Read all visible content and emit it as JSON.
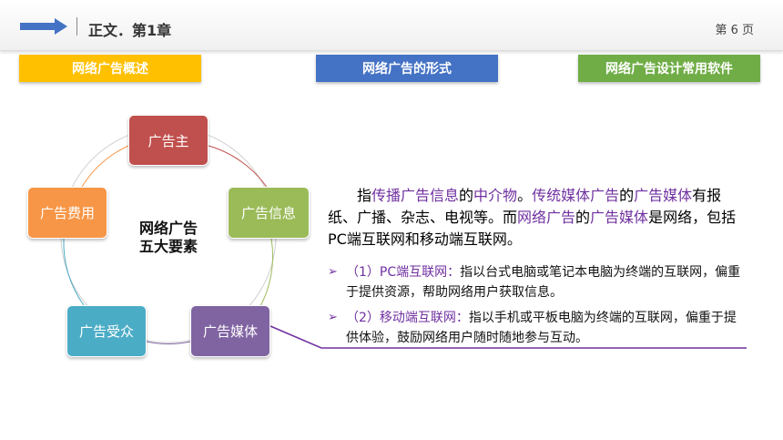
{
  "header": {
    "chapter_title": "正文．第1章",
    "page_number": "第 6 页"
  },
  "tabs": [
    {
      "label": "网络广告概述",
      "color": "#ffc000"
    },
    {
      "label": "网络广告的形式",
      "color": "#4472c4"
    },
    {
      "label": "网络广告设计常用软件",
      "color": "#70ad47"
    }
  ],
  "diagram": {
    "center_line1": "网络广告",
    "center_line2": "五大要素",
    "nodes": [
      {
        "label": "广告主",
        "color": "#c0504d"
      },
      {
        "label": "广告信息",
        "color": "#9bbb59"
      },
      {
        "label": "广告媒体",
        "color": "#8064a2"
      },
      {
        "label": "广告受众",
        "color": "#4bacc6"
      },
      {
        "label": "广告费用",
        "color": "#f79646"
      }
    ]
  },
  "paragraph": {
    "p1": "指",
    "p2": "传播广告信息",
    "p3": "的",
    "p4": "中介物",
    "p5": "。",
    "p6": "传统媒体广告",
    "p7": "的",
    "p8": "广告媒体",
    "p9": "有报纸、广播、杂志、电视等。而",
    "p10": "网络广告",
    "p11": "的",
    "p12": "广告媒体",
    "p13": "是网络，包括PC端互联网和移动端互联网。"
  },
  "bullets": [
    {
      "marker": "➢",
      "title": "（1）PC端互联网：",
      "text": "指以台式电脑或笔记本电脑为终端的互联网，偏重于提供资源，帮助网络用户获取信息。"
    },
    {
      "marker": "➢",
      "title": "（2）移动端互联网：",
      "text": "指以手机或平板电脑为终端的互联网，偏重于提供体验，鼓励网络用户随时随地参与互动。"
    }
  ],
  "accent_color": "#7030a0"
}
